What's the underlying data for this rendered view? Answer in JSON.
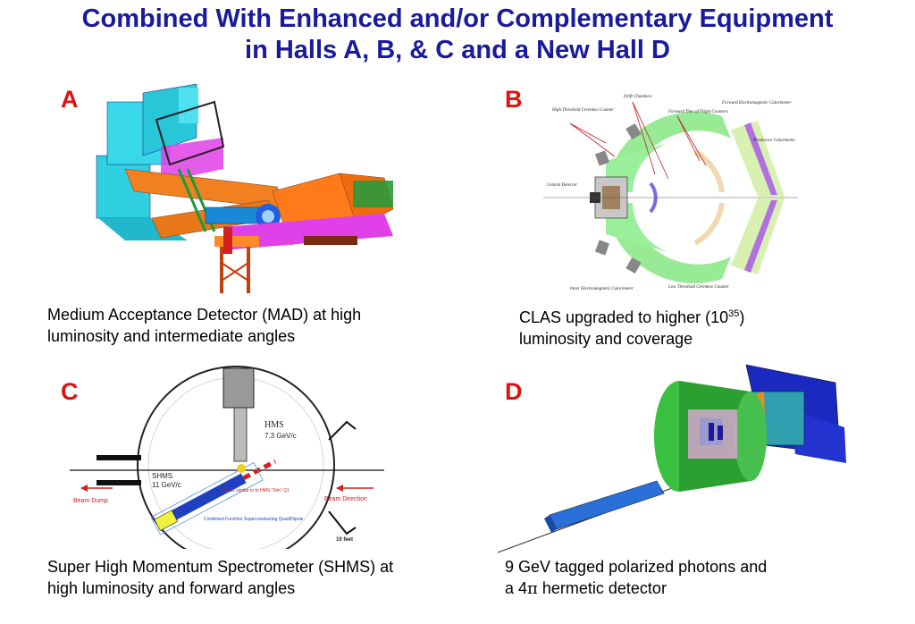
{
  "title": {
    "line1": "Combined With Enhanced and/or Complementary Equipment",
    "line2": "in Halls A, B, & C and a New Hall D"
  },
  "panels": {
    "A": {
      "letter": "A",
      "caption_line1": "Medium Acceptance Detector (MAD) at high",
      "caption_line2": "luminosity and intermediate angles"
    },
    "B": {
      "letter": "B",
      "caption_pre": "CLAS upgraded to higher (10",
      "caption_sup": "35",
      "caption_post": ")",
      "caption_line2": "luminosity and coverage",
      "figure_labels": {
        "drift_chambers": "Drift Chambers",
        "fwd_calorimeter": "Forward Electromagnetic Calorimeter",
        "tof": "Forward Time of Flight Counters",
        "high_cherenkov": "High Threshold Cerenkov Counter",
        "preshower": "Preshower Calorimeter",
        "central_detector": "Central Detector",
        "inner_calorimeter": "Inner Electromagnetic Calorimeter",
        "low_cherenkov": "Low Threshold Cerenkov Counter"
      }
    },
    "C": {
      "letter": "C",
      "caption_line1": "Super High Momentum Spectrometer (SHMS) at",
      "caption_line2": "high luminosity and forward angles",
      "figure_labels": {
        "hms": "HMS",
        "hms_momentum": "7.3 GeV/c",
        "shms": "SHMS",
        "shms_momentum": "11 GeV/c",
        "quads": "Quads similar to to HMS \"Sim\" Q1",
        "combined": "Combined Function Superconducting Quad/Dipole",
        "beam_dump": "Beam Dump",
        "beam_direction": "Beam Direction",
        "scale": "10 feet"
      }
    },
    "D": {
      "letter": "D",
      "caption_line1": "9 GeV tagged polarized photons and",
      "caption_line2_pre": "a 4",
      "caption_line2_pi": "π",
      "caption_line2_post": " hermetic detector"
    }
  }
}
